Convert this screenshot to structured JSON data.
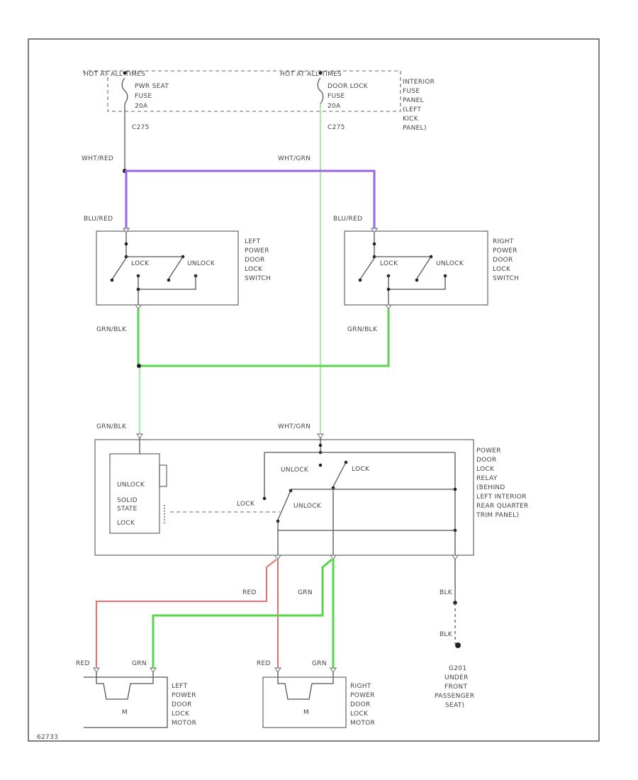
{
  "fuse_left": {
    "hot": "HOT AT ALL TIMES",
    "lines": [
      "PWR SEAT",
      "FUSE",
      "20A"
    ],
    "connector": "C275"
  },
  "fuse_right": {
    "hot": "HOT AT ALL TIMES",
    "lines": [
      "DOOR LOCK",
      "FUSE",
      "20A"
    ],
    "connector": "C275"
  },
  "fuse_panel_lines": [
    "INTERIOR",
    "FUSE",
    "PANEL",
    "(LEFT",
    "KICK",
    "PANEL)"
  ],
  "wires": {
    "wht_red": "WHT/RED",
    "wht_grn_top": "WHT/GRN",
    "blu_red_left": "BLU/RED",
    "blu_red_right": "BLU/RED",
    "grn_blk_left": "GRN/BLK",
    "grn_blk_right": "GRN/BLK",
    "grn_blk_relay": "GRN/BLK",
    "wht_grn_relay": "WHT/GRN",
    "red_mid": "RED",
    "grn_mid": "GRN",
    "blk_upper": "BLK",
    "blk_lower": "BLK",
    "red_left_motor": "RED",
    "grn_left_motor": "GRN",
    "red_right_motor": "RED",
    "grn_right_motor": "GRN"
  },
  "left_switch": {
    "lock": "LOCK",
    "unlock": "UNLOCK",
    "lines": [
      "LEFT",
      "POWER",
      "DOOR",
      "LOCK",
      "SWITCH"
    ]
  },
  "right_switch": {
    "lock": "LOCK",
    "unlock": "UNLOCK",
    "lines": [
      "RIGHT",
      "POWER",
      "DOOR",
      "LOCK",
      "SWITCH"
    ]
  },
  "relay": {
    "solid_state": [
      "UNLOCK",
      "SOLID",
      "STATE",
      "LOCK"
    ],
    "unlock_top": "UNLOCK",
    "lock_top": "LOCK",
    "lock_bottom": "LOCK",
    "unlock_bottom": "UNLOCK",
    "lines": [
      "POWER",
      "DOOR",
      "LOCK",
      "RELAY",
      "(BEHIND",
      "LEFT INTERIOR",
      "REAR QUARTER",
      "TRIM PANEL)"
    ]
  },
  "ground_lines": [
    "G201",
    "UNDER",
    "FRONT",
    "PASSENGER",
    "SEAT)"
  ],
  "left_motor": {
    "m": "M",
    "lines": [
      "LEFT",
      "POWER",
      "DOOR",
      "LOCK",
      "MOTOR"
    ]
  },
  "right_motor": {
    "m": "M",
    "lines": [
      "RIGHT",
      "POWER",
      "DOOR",
      "LOCK",
      "MOTOR"
    ]
  },
  "footer_id": "62733",
  "colors": {
    "purple": "#9a63e6",
    "green": "#56d64a",
    "light_green": "#a9ecaa",
    "red": "#ee6f6f"
  }
}
